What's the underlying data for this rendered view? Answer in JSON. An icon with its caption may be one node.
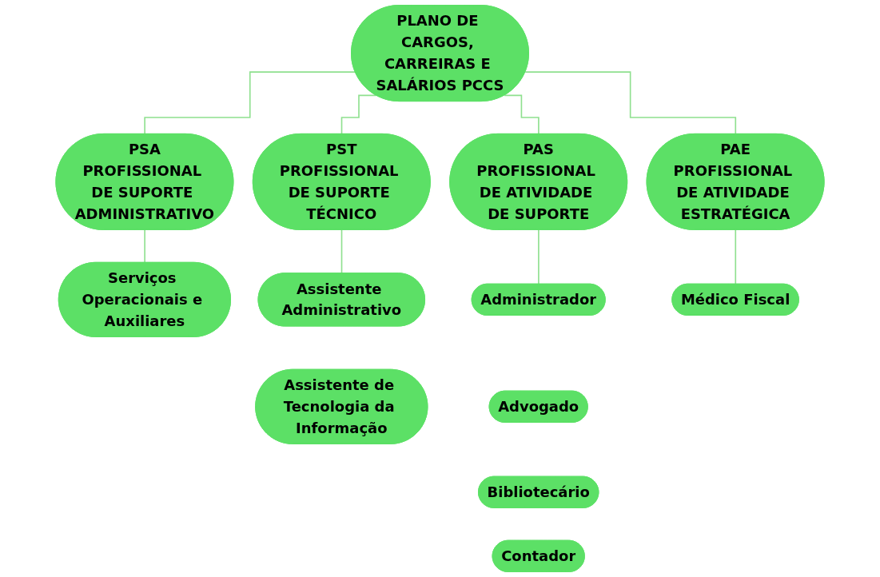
{
  "diagram": {
    "nodes": [
      {
        "text": [
          "PLANO DE CARGOS, CARREIRAS E SALÁRIOS PCCS"
        ]
      },
      {
        "text": [
          "PSA",
          "PROFISSIONAL DE SUPORTE ADMINISTRATIVO"
        ]
      },
      {
        "text": [
          "PST",
          "PROFISSIONAL DE SUPORTE TÉCNICO"
        ]
      },
      {
        "text": [
          "PAS",
          "PROFISSIONAL DE ATIVIDADE DE SUPORTE"
        ]
      },
      {
        "text": [
          "PAE",
          "PROFISSIONAL DE ATIVIDADE ESTRATÉGICA"
        ]
      },
      {
        "text": [
          "Serviços Operacionais e Auxiliares"
        ]
      },
      {
        "text": [
          "Assistente Administrativo"
        ]
      },
      {
        "text": [
          "Assistente de Tecnologia da Informação"
        ]
      },
      {
        "text": [
          "Administrador"
        ]
      },
      {
        "text": [
          "Advogado"
        ]
      },
      {
        "text": [
          "Bibliotecário"
        ]
      },
      {
        "text": [
          "Contador"
        ]
      },
      {
        "text": [
          "Médico Fiscal"
        ]
      }
    ],
    "edges": [
      {
        "from": 0,
        "to": 1,
        "arrow": "none"
      },
      {
        "from": 0,
        "to": 2,
        "arrow": "none"
      },
      {
        "from": 0,
        "to": 3,
        "arrow": "none"
      },
      {
        "from": 0,
        "to": 4,
        "arrow": "none"
      },
      {
        "from": 1,
        "to": 5,
        "arrow": "none"
      },
      {
        "from": 2,
        "to": 6,
        "arrow": "none"
      },
      {
        "from": 3,
        "to": 8,
        "arrow": "none"
      },
      {
        "from": 4,
        "to": 12,
        "arrow": "none"
      }
    ]
  }
}
